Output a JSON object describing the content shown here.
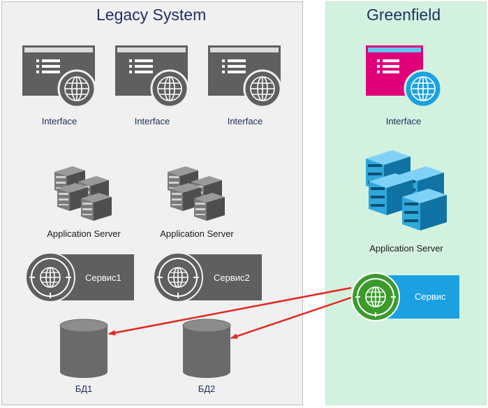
{
  "legacy": {
    "title": "Legacy System",
    "interfaces": [
      "Interface",
      "Interface",
      "Interface"
    ],
    "app_servers": [
      "Application Server",
      "Application Server"
    ],
    "services": [
      "Сервис1",
      "Сервис2"
    ],
    "databases": [
      "БД1",
      "БД2"
    ]
  },
  "greenfield": {
    "title": "Greenfield",
    "interface": "Interface",
    "app_server": "Application Server",
    "service": "Сервис"
  },
  "colors": {
    "legacy_bg": "#f0f0f0",
    "greenfield_bg": "#d3f1df",
    "icon_gray": "#5f5f5f",
    "magenta": "#e0007a",
    "blue": "#1ba1e2",
    "green": "#3c9a2d",
    "arrow": "#e0281e"
  }
}
